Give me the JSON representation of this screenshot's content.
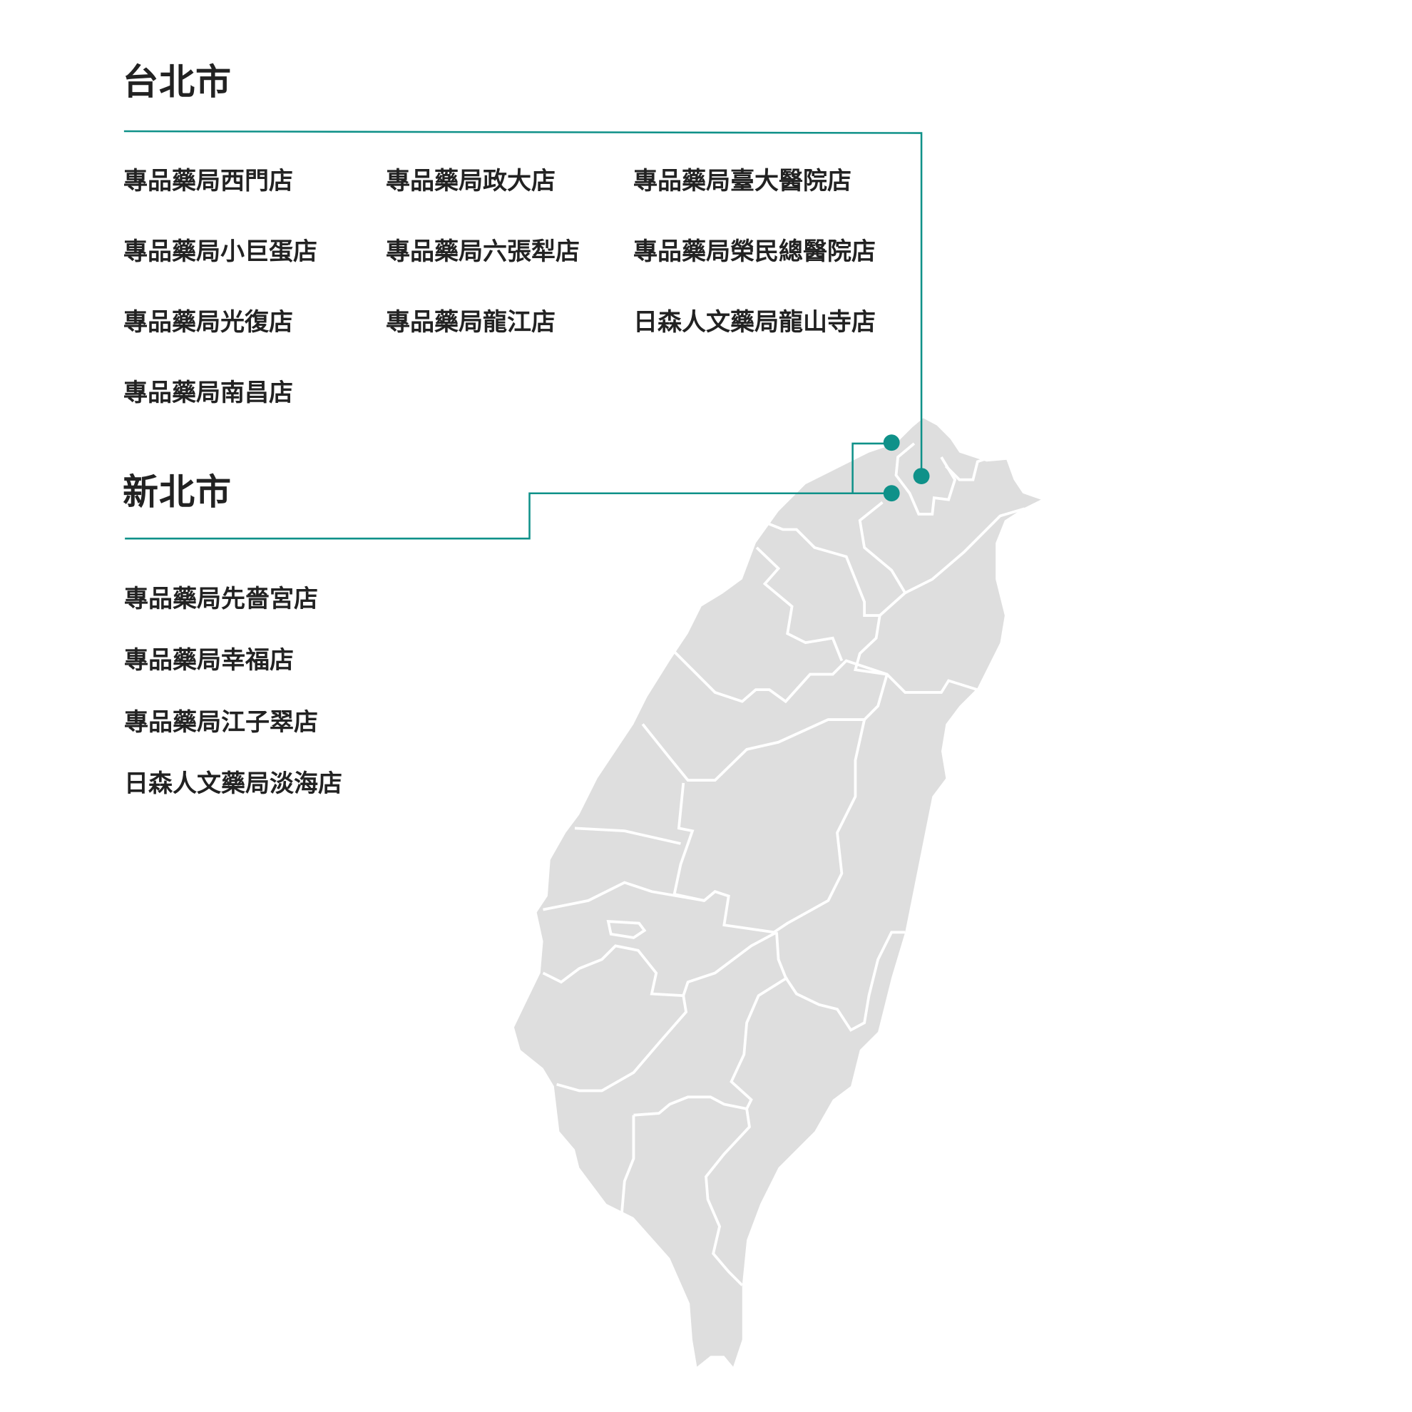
{
  "colors": {
    "accent": "#0f9189",
    "land": "#dedede",
    "border": "#ffffff",
    "text": "#222222"
  },
  "regions": [
    {
      "title": "台北市",
      "stores": [
        "專品藥局西門店",
        "專品藥局政大店",
        "專品藥局臺大醫院店",
        "專品藥局小巨蛋店",
        "專品藥局六張犁店",
        "專品藥局榮民總醫院店",
        "專品藥局光復店",
        "專品藥局龍江店",
        "日森人文藥局龍山寺店",
        "專品藥局南昌店"
      ]
    },
    {
      "title": "新北市",
      "stores": [
        "專品藥局先嗇宮店",
        "專品藥局幸福店",
        "專品藥局江子翠店",
        "日森人文藥局淡海店"
      ]
    }
  ]
}
